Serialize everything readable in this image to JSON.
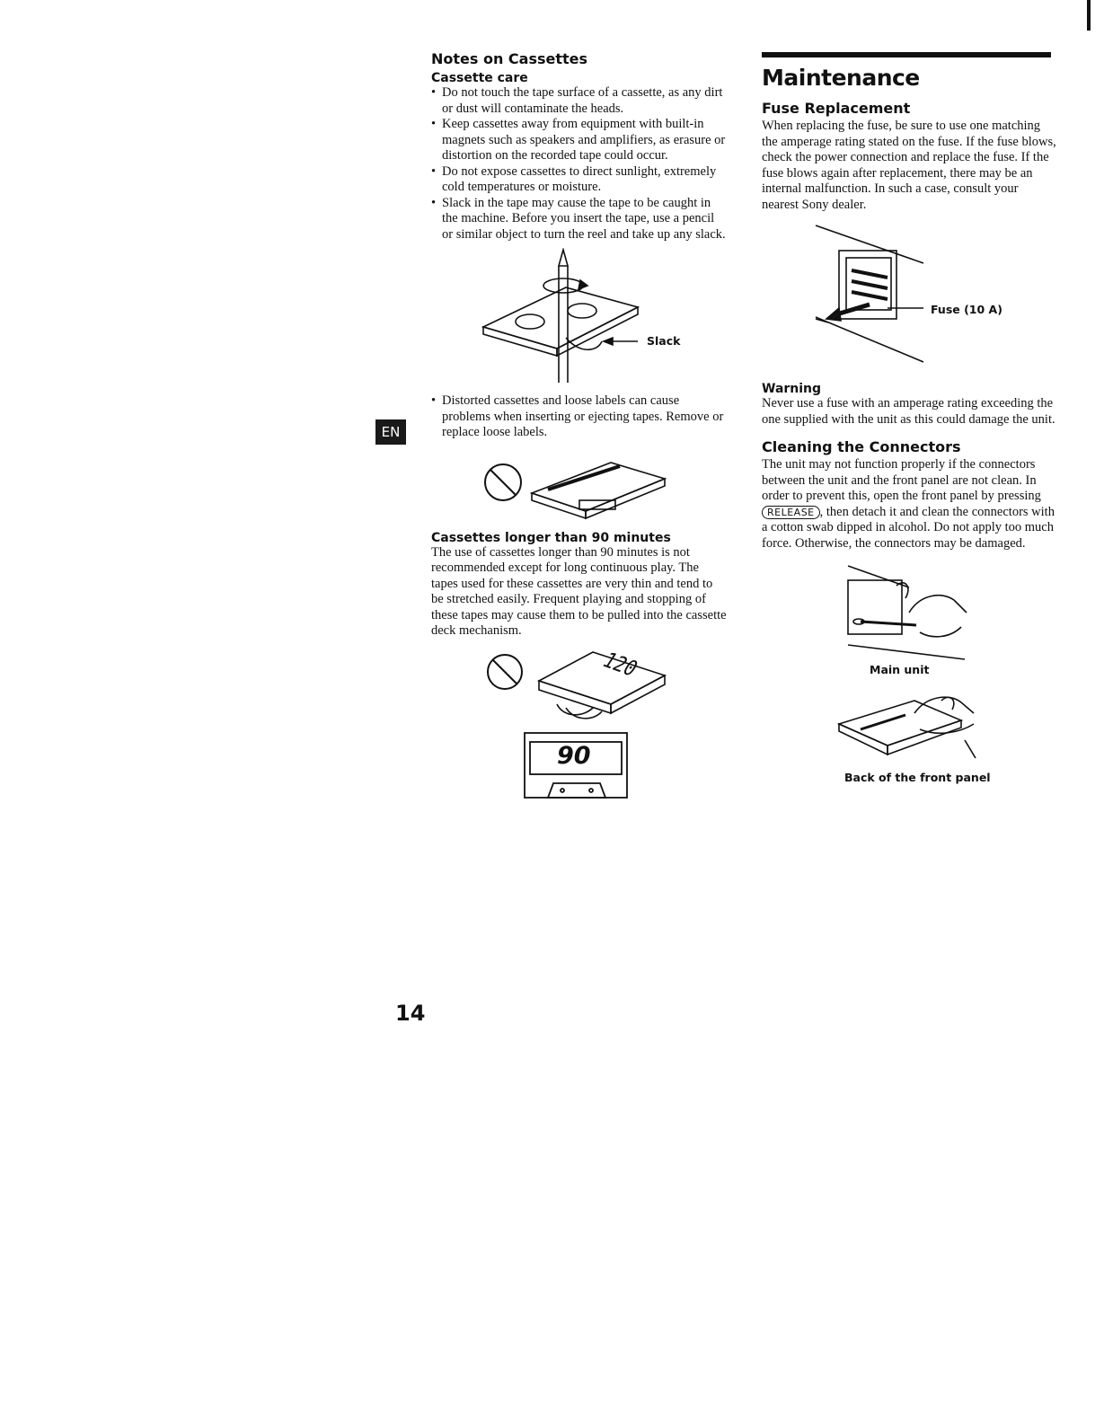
{
  "left": {
    "title": "Notes on Cassettes",
    "care_heading": "Cassette care",
    "care_bullets": [
      "Do not touch the tape surface of a cassette, as any dirt or dust will contaminate the heads.",
      "Keep cassettes away from equipment with built-in magnets such as speakers and amplifiers, as erasure or distortion on the recorded tape could occur.",
      "Do not expose cassettes to direct sunlight, extremely cold temperatures or moisture.",
      "Slack in the tape may cause the tape to be caught in the machine. Before you insert the tape, use a pencil or similar object to turn the reel and take up any slack."
    ],
    "slack_label": "Slack",
    "distorted_bullet": "Distorted cassettes and loose labels can cause problems when inserting or ejecting tapes. Remove or replace loose labels.",
    "long_heading": "Cassettes longer than 90 minutes",
    "long_text": "The use of cassettes longer than 90 minutes is not recommended except for long continuous play. The tapes used for these cassettes are very thin and tend to be stretched easily. Frequent playing and stopping of these tapes may cause them to be pulled into the cassette deck mechanism.",
    "tape_120_label": "120",
    "tape_90_label": "90"
  },
  "right": {
    "title": "Maintenance",
    "fuse_heading": "Fuse Replacement",
    "fuse_text": "When replacing the fuse, be sure to use one matching the amperage rating stated on the fuse. If the fuse blows, check the power connection and replace the fuse. If the fuse blows again after replacement, there may be an internal malfunction. In such a case, consult your nearest Sony dealer.",
    "fuse_label": "Fuse (10 A)",
    "warning_heading": "Warning",
    "warning_text": "Never use a fuse with an amperage rating exceeding the one supplied with the unit as this could damage the unit.",
    "clean_heading": "Cleaning the Connectors",
    "clean_text_1": "The unit may not function properly if the connectors between the unit and the front panel are not clean. In order to prevent this, open the front panel by pressing",
    "release_button": "RELEASE",
    "clean_text_2": ", then detach it and clean the connectors with a cotton swab dipped in alcohol. Do not apply too much force. Otherwise, the connectors may be damaged.",
    "main_unit_label": "Main unit",
    "back_panel_label": "Back of the front panel"
  },
  "badge": "EN",
  "page_number": "14"
}
